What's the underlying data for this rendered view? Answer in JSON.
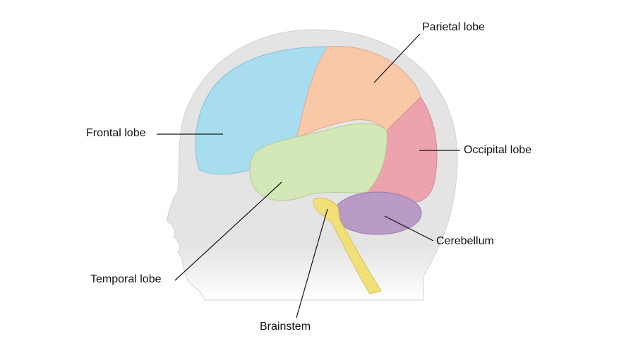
{
  "labels": {
    "parietal": "Parietal lobe",
    "frontal": "Frontal lobe",
    "occipital": "Occipital lobe",
    "cerebellum": "Cerebellum",
    "temporal": "Temporal lobe",
    "brainstem": "Brainstem"
  },
  "colors": {
    "head": "#e4e4e4",
    "frontal": "#a8dcef",
    "parietal": "#f8c8a8",
    "occipital": "#eca3ad",
    "temporal": "#d3e7b7",
    "cerebellum": "#b89ac4",
    "brainstem": "#f1df77"
  }
}
